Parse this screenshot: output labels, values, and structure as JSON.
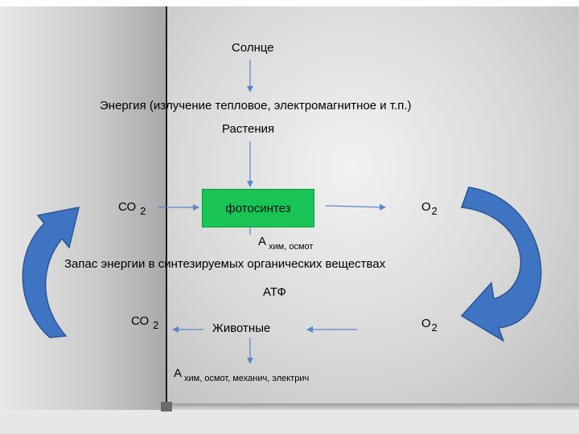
{
  "diagram": {
    "sun": "Солнце",
    "energy": "Энергия (излучение тепловое, электромагнитное и т.п.)",
    "plants": "Растения",
    "photosynthesis": "фотосинтез",
    "co2_left_top": {
      "main": "СО",
      "sub": "2"
    },
    "o2_right_top": {
      "main": "О",
      "sub": "2"
    },
    "a_top": {
      "main": "А",
      "sub": "хим, осмот"
    },
    "storage": "Запас энергии в синтезируемых органических веществах",
    "atp": "АТФ",
    "co2_left_bottom": {
      "main": "СО",
      "sub": "2"
    },
    "animals": "Животные",
    "o2_right_bottom": {
      "main": "О",
      "sub": "2"
    },
    "a_bottom": {
      "main": "А",
      "sub": "хим, осмот, механич, электрич"
    }
  },
  "colors": {
    "photosynthesis_box": "#17c454",
    "cycle_arrow_fill": "#3f74c2",
    "cycle_arrow_stroke": "#2a5596",
    "thin_arrow": "#5a86c8"
  }
}
